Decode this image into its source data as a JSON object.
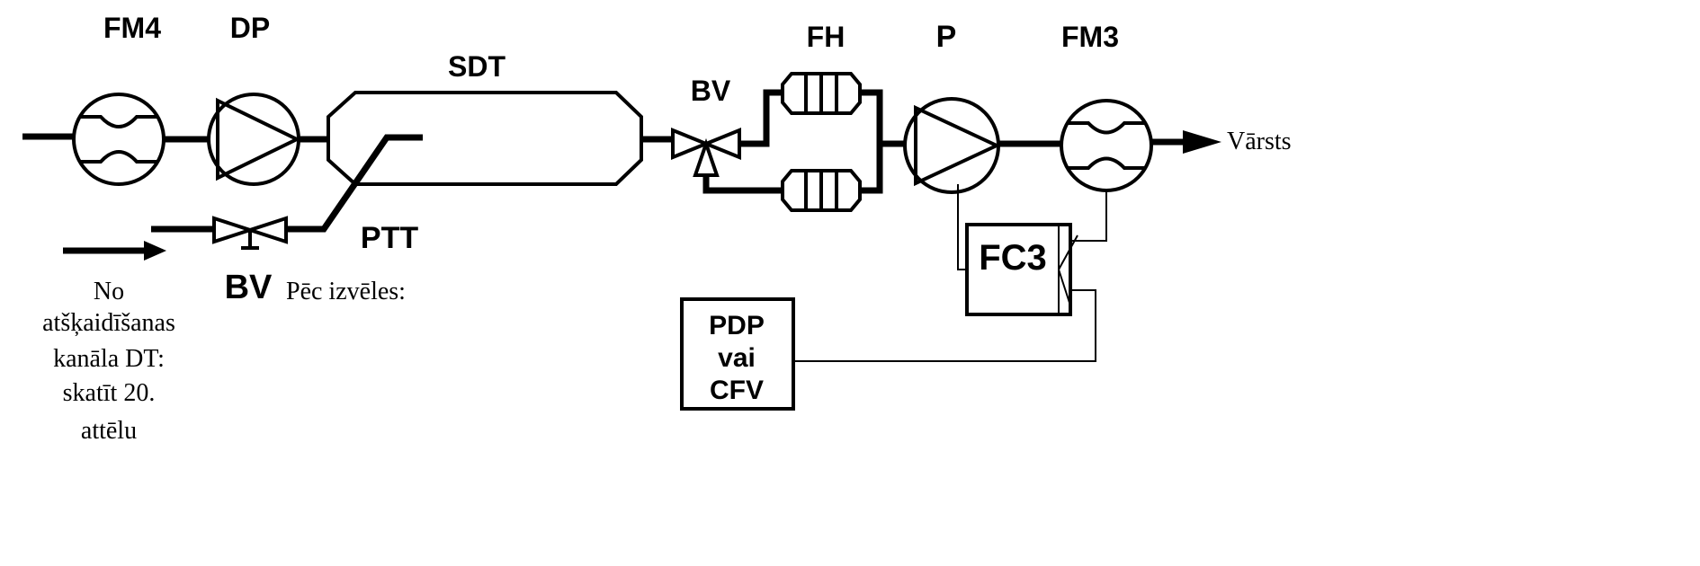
{
  "labels": {
    "fm4": "FM4",
    "dp": "DP",
    "sdt": "SDT",
    "fh": "FH",
    "p": "P",
    "fm3": "FM3",
    "bv_top": "BV",
    "bv_bottom": "BV",
    "ptt": "PTT",
    "fc3": "FC3",
    "pdp_line1": "PDP",
    "pdp_line2": "vai",
    "pdp_line3": "CFV"
  },
  "texts": {
    "outlet": "Vārsts",
    "optional": "Pēc izvēles:",
    "source_lines": [
      "No",
      "atšķaidīšanas",
      "kanāla DT:",
      "skatīt 20.",
      "attēlu"
    ]
  },
  "colors": {
    "line": "#000000",
    "background": "#ffffff"
  }
}
